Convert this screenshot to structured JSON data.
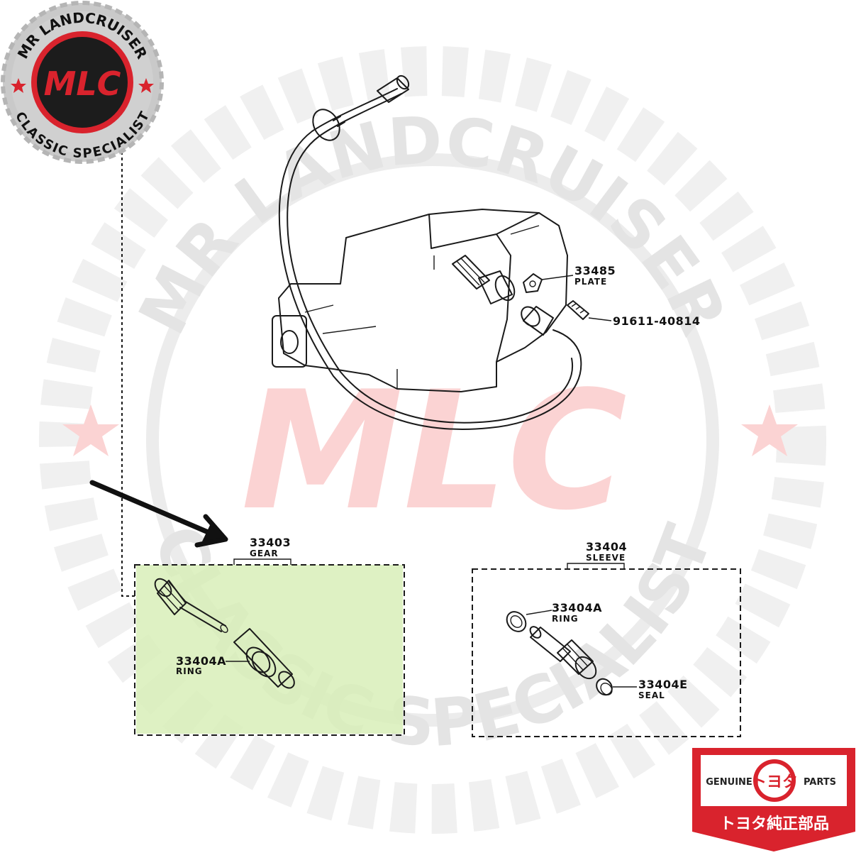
{
  "colors": {
    "brand_red": "#d9232d",
    "highlight_green": "#d8efb8",
    "watermark_gray": "#e4e4e4"
  },
  "watermark": {
    "top_arc": "MR LANDCRUISER",
    "bottom_arc": "CLASSIC SPECIALIST",
    "center_logo": "MLC"
  },
  "brand_badge": {
    "top_arc": "MR LANDCRUISER",
    "bottom_arc": "CLASSIC SPECIALIST",
    "logo": "MLC"
  },
  "genuine_parts_badge": {
    "left": "GENUINE",
    "right": "PARTS",
    "emblem": "トヨタ",
    "bottom": "トヨタ純正部品"
  },
  "parts": [
    {
      "number": "33485",
      "name": "PLATE"
    },
    {
      "number": "91611-40814",
      "name": ""
    },
    {
      "number": "33403",
      "name": "GEAR"
    },
    {
      "number": "33404A",
      "name": "RING"
    },
    {
      "number": "33404",
      "name": "SLEEVE"
    },
    {
      "number": "33404A",
      "name": "RING"
    },
    {
      "number": "33404E",
      "name": "SEAL"
    }
  ],
  "icons": {
    "pointer": "arrow-icon",
    "star": "star-icon"
  }
}
